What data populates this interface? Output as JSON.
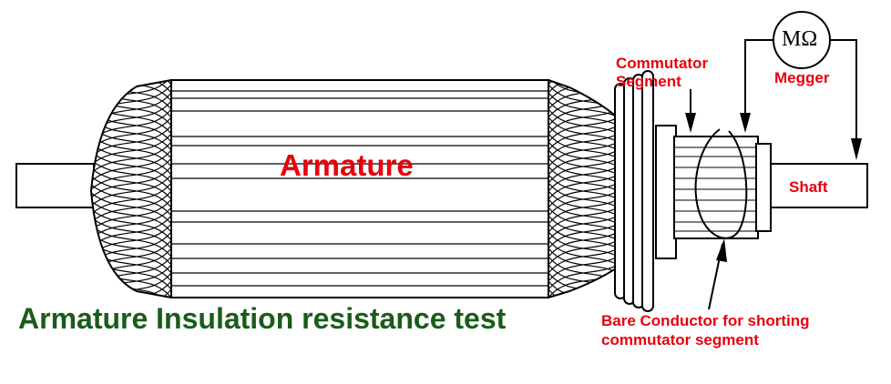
{
  "labels": {
    "armature": "Armature",
    "commutator_line1": "Commutator",
    "commutator_line2": "Segment",
    "megger_symbol": "MΩ",
    "megger": "Megger",
    "shaft": "Shaft",
    "bare_line1": "Bare Conductor for shorting",
    "bare_line2": "commutator segment",
    "title": "Armature Insulation resistance test"
  },
  "colors": {
    "label_red": "#e8000b",
    "title_green": "#1a5c1a",
    "line": "#000000"
  }
}
